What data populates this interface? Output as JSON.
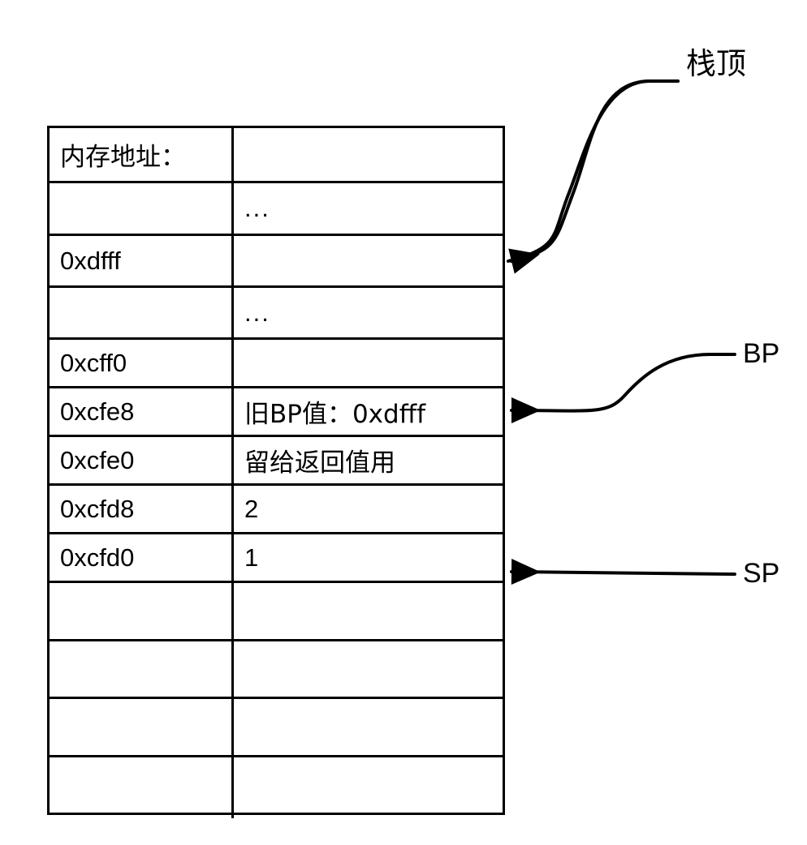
{
  "diagram": {
    "title_text": "",
    "table": {
      "column_headers": [
        "内存地址：",
        ""
      ],
      "rows": [
        {
          "address": "内存地址：",
          "value": ""
        },
        {
          "address": "",
          "value": "..."
        },
        {
          "address": "0xdfff",
          "value": ""
        },
        {
          "address": "",
          "value": "..."
        },
        {
          "address": "0xcff0",
          "value": ""
        },
        {
          "address": "0xcfe8",
          "value": "旧BP值：0xdfff"
        },
        {
          "address": "0xcfe0",
          "value": "留给返回值用"
        },
        {
          "address": "0xcfd8",
          "value": "2"
        },
        {
          "address": "0xcfd0",
          "value": "1"
        },
        {
          "address": "",
          "value": ""
        },
        {
          "address": "",
          "value": ""
        },
        {
          "address": "",
          "value": ""
        },
        {
          "address": "",
          "value": ""
        }
      ]
    },
    "annotations": [
      {
        "label": "栈顶",
        "target_row_index": 0,
        "arrow_style": "s-curve"
      },
      {
        "label": "BP",
        "target_row_index": 5,
        "arrow_style": "s-curve"
      },
      {
        "label": "SP",
        "target_row_index": 8,
        "arrow_style": "straight"
      }
    ],
    "colors": {
      "stroke": "#000000",
      "background": "#ffffff",
      "text": "#000000"
    }
  }
}
